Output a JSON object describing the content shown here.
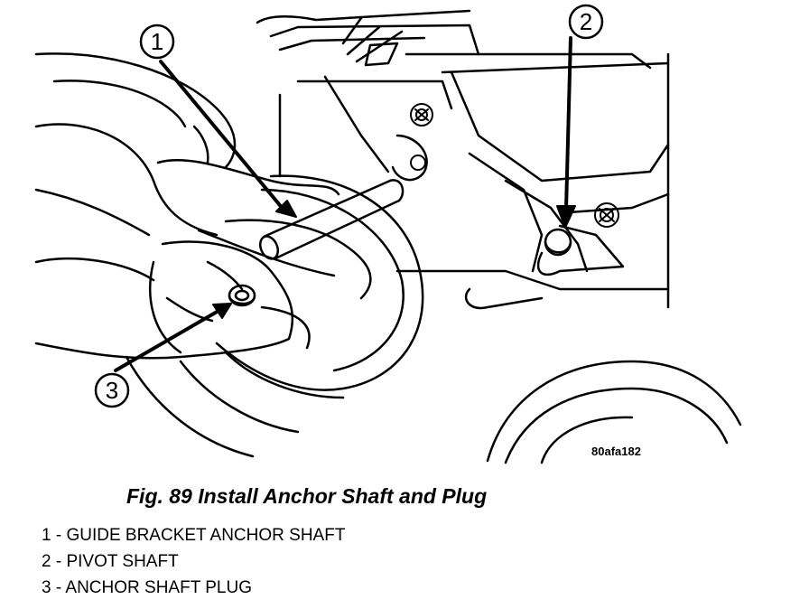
{
  "callouts": [
    "1",
    "2",
    "3"
  ],
  "image_code": "80afa182",
  "caption": "Fig. 89 Install Anchor Shaft and Plug",
  "legend": [
    "1 - GUIDE BRACKET ANCHOR SHAFT",
    "2 - PIVOT SHAFT",
    "3 - ANCHOR SHAFT PLUG"
  ],
  "colors": {
    "ink": "#000000",
    "paper": "#ffffff"
  }
}
